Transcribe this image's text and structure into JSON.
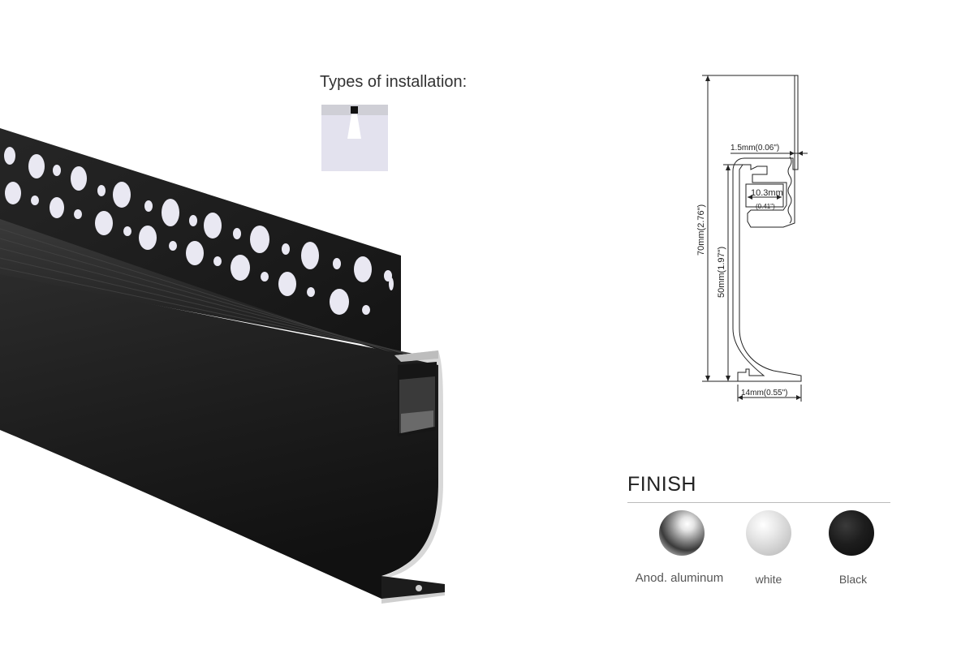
{
  "installation": {
    "title": "Types of installation:"
  },
  "drawing": {
    "thickness": "1.5mm(0.06\")",
    "inner_width_mm": "10.3mm",
    "inner_width_in": "(0.41\")",
    "total_height": "70mm(2.76\")",
    "lower_height": "50mm(1.97\")",
    "base_width": "14mm(0.55\")"
  },
  "finish": {
    "title": "FINISH",
    "options": [
      {
        "label": "Anod. aluminum",
        "color": "#9a9a9a"
      },
      {
        "label": "white",
        "color": "#d6d6d6"
      },
      {
        "label": "Black",
        "color": "#141414"
      }
    ]
  },
  "colors": {
    "profile_body": "#1b1b1b",
    "install_ceiling": "#cfcfd6",
    "install_light": "#e3e2ee"
  }
}
